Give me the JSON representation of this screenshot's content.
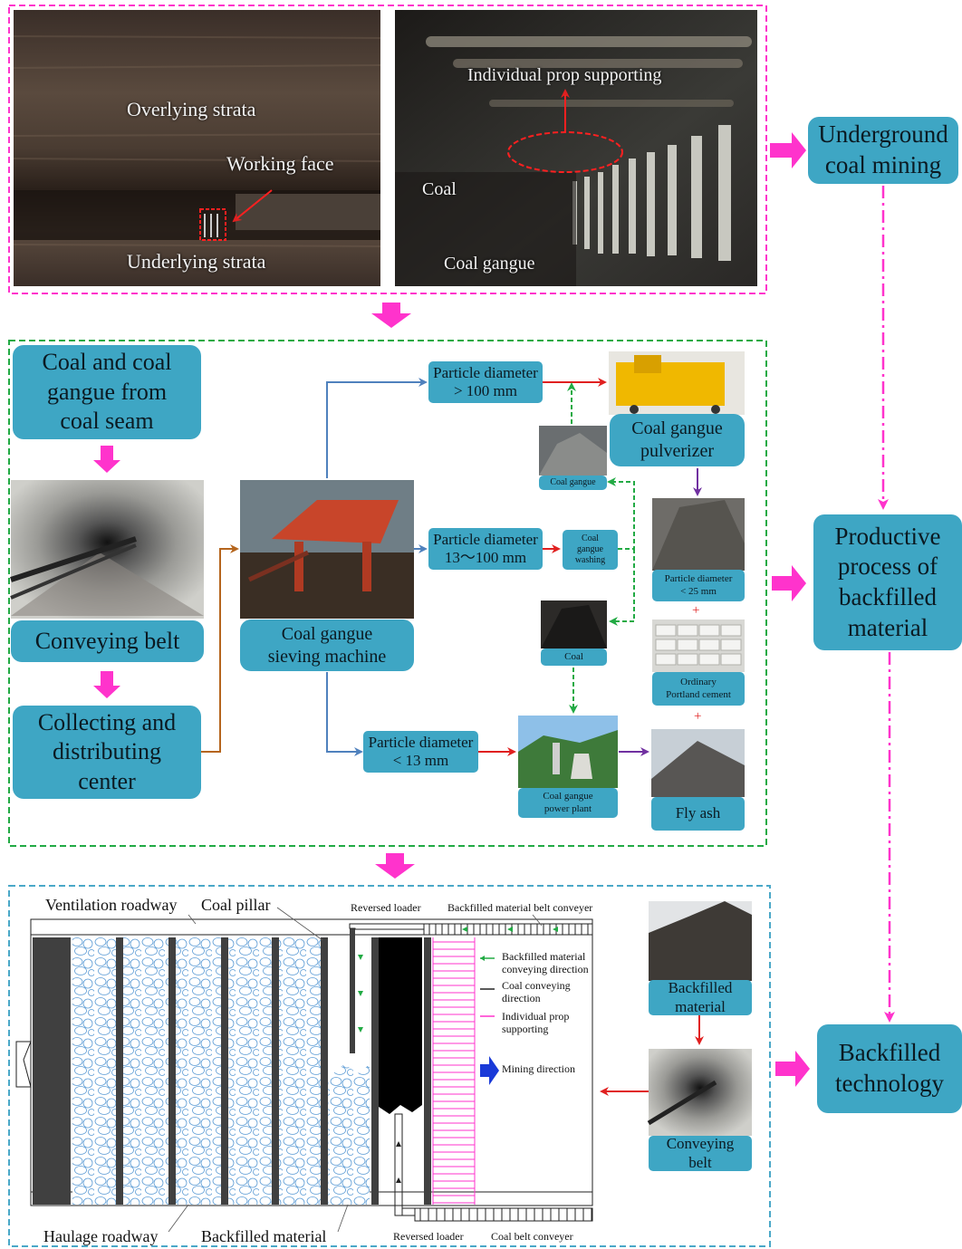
{
  "top": {
    "photo_left": {
      "overlying": "Overlying strata",
      "working_face": "Working face",
      "underlying": "Underlying strata"
    },
    "photo_right": {
      "prop": "Individual prop supporting",
      "coal": "Coal",
      "gangue": "Coal gangue"
    }
  },
  "right": {
    "underground": "Underground coal mining",
    "productive": "Productive process of backfilled material",
    "technology": "Backfilled technology"
  },
  "middle": {
    "source": "Coal and coal gangue from coal seam",
    "conveying_belt": "Conveying belt",
    "collecting": "Collecting and distributing center",
    "sieving": "Coal gangue sieving machine",
    "pd_gt100": "Particle diameter > 100 mm",
    "pd_13_100": "Particle diameter 13～100 mm",
    "pd_lt13": "Particle diameter < 13 mm",
    "pulverizer": "Coal gangue pulverizer",
    "coal_gangue": "Coal gangue",
    "washing": "Coal gangue washing",
    "coal": "Coal",
    "pd_lt25": "Particle diameter < 25 mm",
    "cement": "Ordinary Portland cement",
    "power_plant": "Coal gangue power plant",
    "fly_ash": "Fly ash",
    "plus": "+"
  },
  "bottom": {
    "ventilation": "Ventilation roadway",
    "coal_pillar": "Coal pillar",
    "haulage": "Haulage roadway",
    "backfilled_material": "Backfilled material",
    "reversed_loader_top": "Reversed loader",
    "reversed_loader_bottom": "Reversed loader",
    "bm_conveyer": "Backfilled material belt conveyer",
    "coal_conveyer": "Coal belt conveyer",
    "legend_bm_dir": "Backfilled material conveying direction",
    "legend_coal_dir": "Coal conveying direction",
    "legend_prop": "Individual prop supporting",
    "legend_mining": "Mining direction",
    "bm_box": "Backfilled material",
    "belt_box": "Conveying belt"
  },
  "colors": {
    "box": "#3ea6c4",
    "magenta": "#ff33cc",
    "green_dash": "#22aa44",
    "blue_dash": "#4aa8c8",
    "arrow_blue": "#4f81bd",
    "arrow_red": "#e02020",
    "arrow_purple": "#7030a0",
    "arrow_brown": "#b5651d"
  }
}
